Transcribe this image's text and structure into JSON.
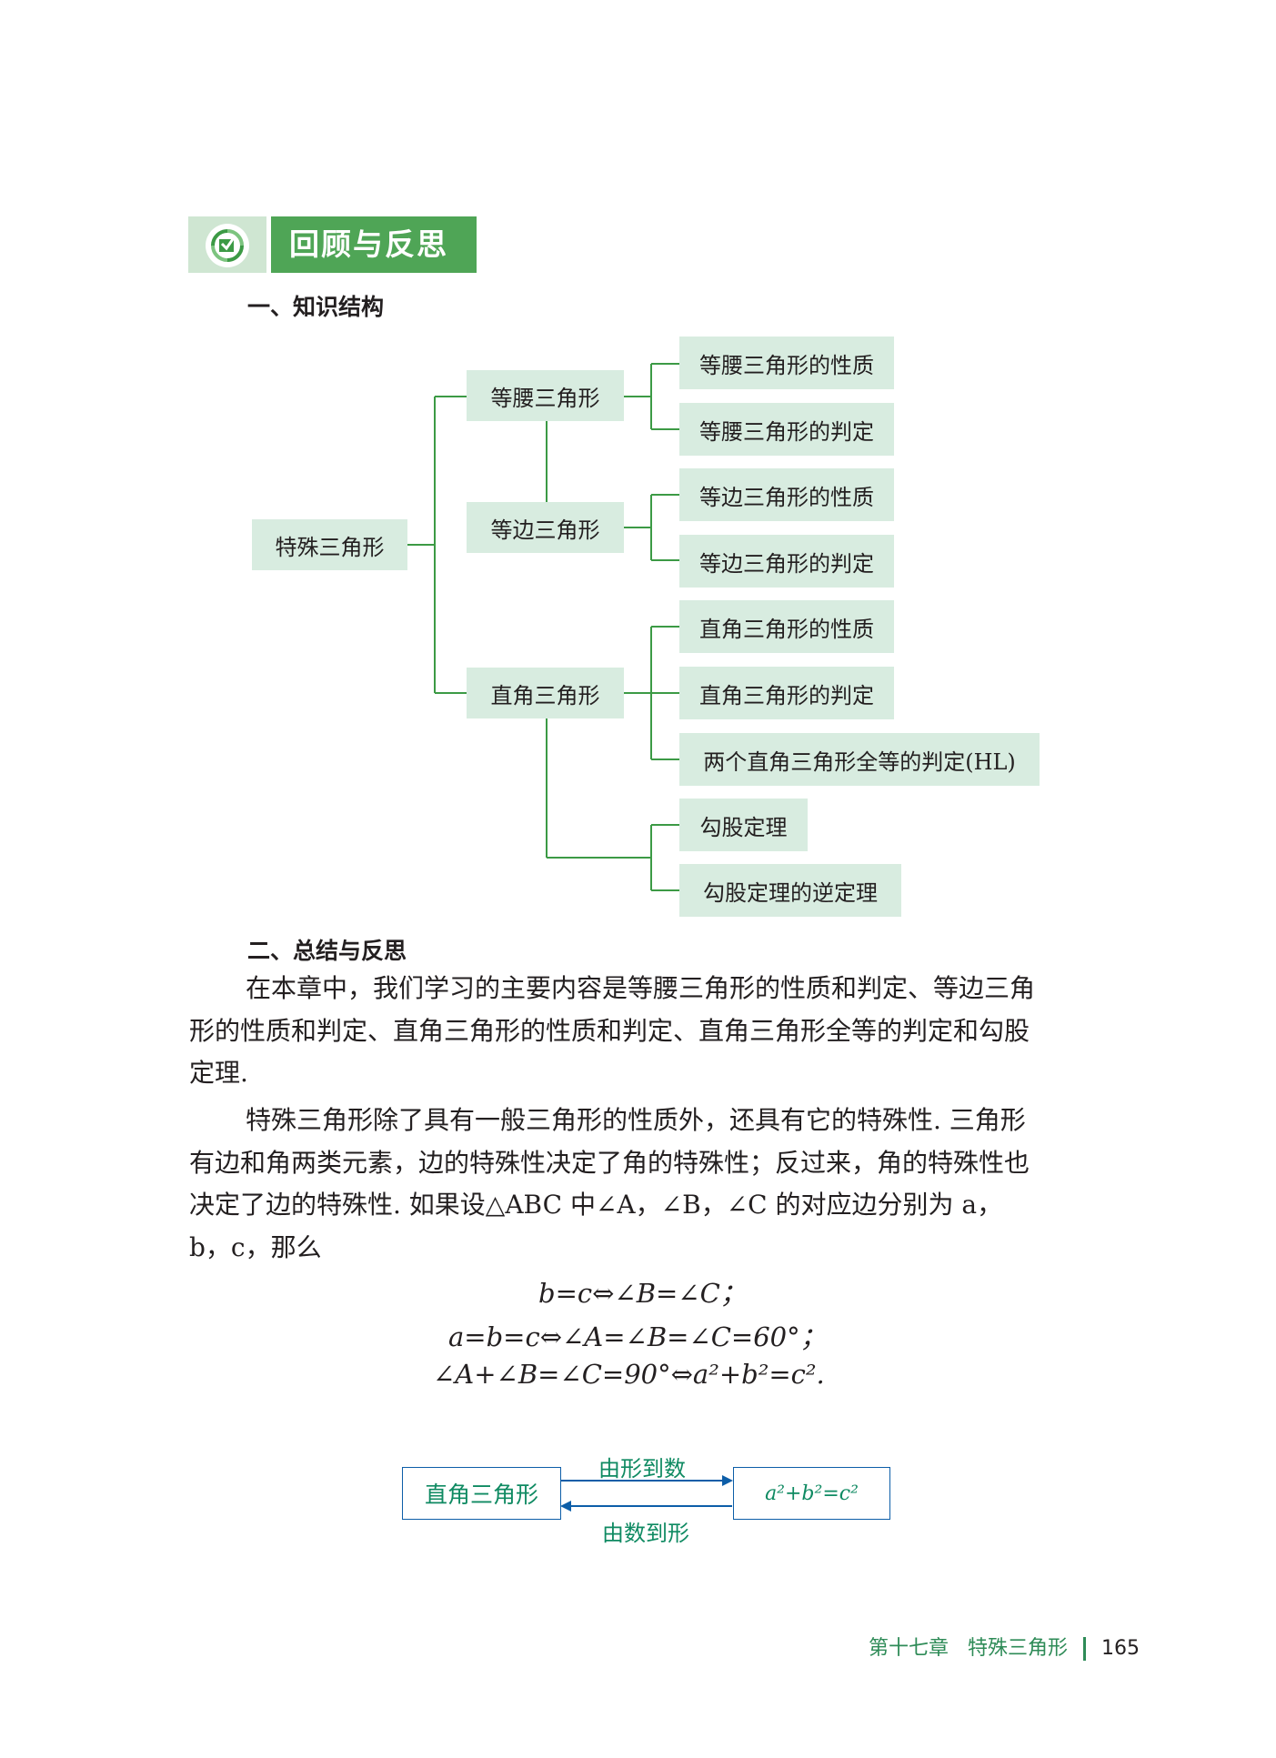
{
  "header": {
    "icon": "book-checkmark-cycle-icon",
    "title": "回顾与反思"
  },
  "section1": {
    "heading": "一、知识结构"
  },
  "tree": {
    "root": "特殊三角形",
    "branches": [
      {
        "label": "等腰三角形",
        "leaves": [
          "等腰三角形的性质",
          "等腰三角形的判定"
        ]
      },
      {
        "label": "等边三角形",
        "leaves": [
          "等边三角形的性质",
          "等边三角形的判定"
        ]
      },
      {
        "label": "直角三角形",
        "leaves": [
          "直角三角形的性质",
          "直角三角形的判定",
          "两个直角三角形全等的判定(HL)"
        ]
      }
    ],
    "extra_leaves": [
      "勾股定理",
      "勾股定理的逆定理"
    ]
  },
  "section2": {
    "heading": "二、总结与反思",
    "para1": [
      "在本章中，我们学习的主要内容是等腰三角形的性质和判定、等边三角",
      "形的性质和判定、直角三角形的性质和判定、直角三角形全等的判定和勾股",
      "定理."
    ],
    "para2": [
      "特殊三角形除了具有一般三角形的性质外，还具有它的特殊性. 三角形",
      "有边和角两类元素，边的特殊性决定了角的特殊性；反过来，角的特殊性也",
      "决定了边的特殊性. 如果设△ABC 中∠A，∠B，∠C 的对应边分别为 a，",
      "b，c，那么"
    ],
    "equations": [
      "b=c⇔∠B=∠C；",
      "a=b=c⇔∠A=∠B=∠C=60°；",
      "∠A+∠B=∠C=90°⇔a²+b²=c²."
    ]
  },
  "flow": {
    "left_box": "直角三角形",
    "right_box": "a²+b²=c²",
    "top_arrow_label": "由形到数",
    "bottom_arrow_label": "由数到形"
  },
  "footer": {
    "chapter": "第十七章",
    "chapter_title": "特殊三角形",
    "page_number": "165"
  }
}
